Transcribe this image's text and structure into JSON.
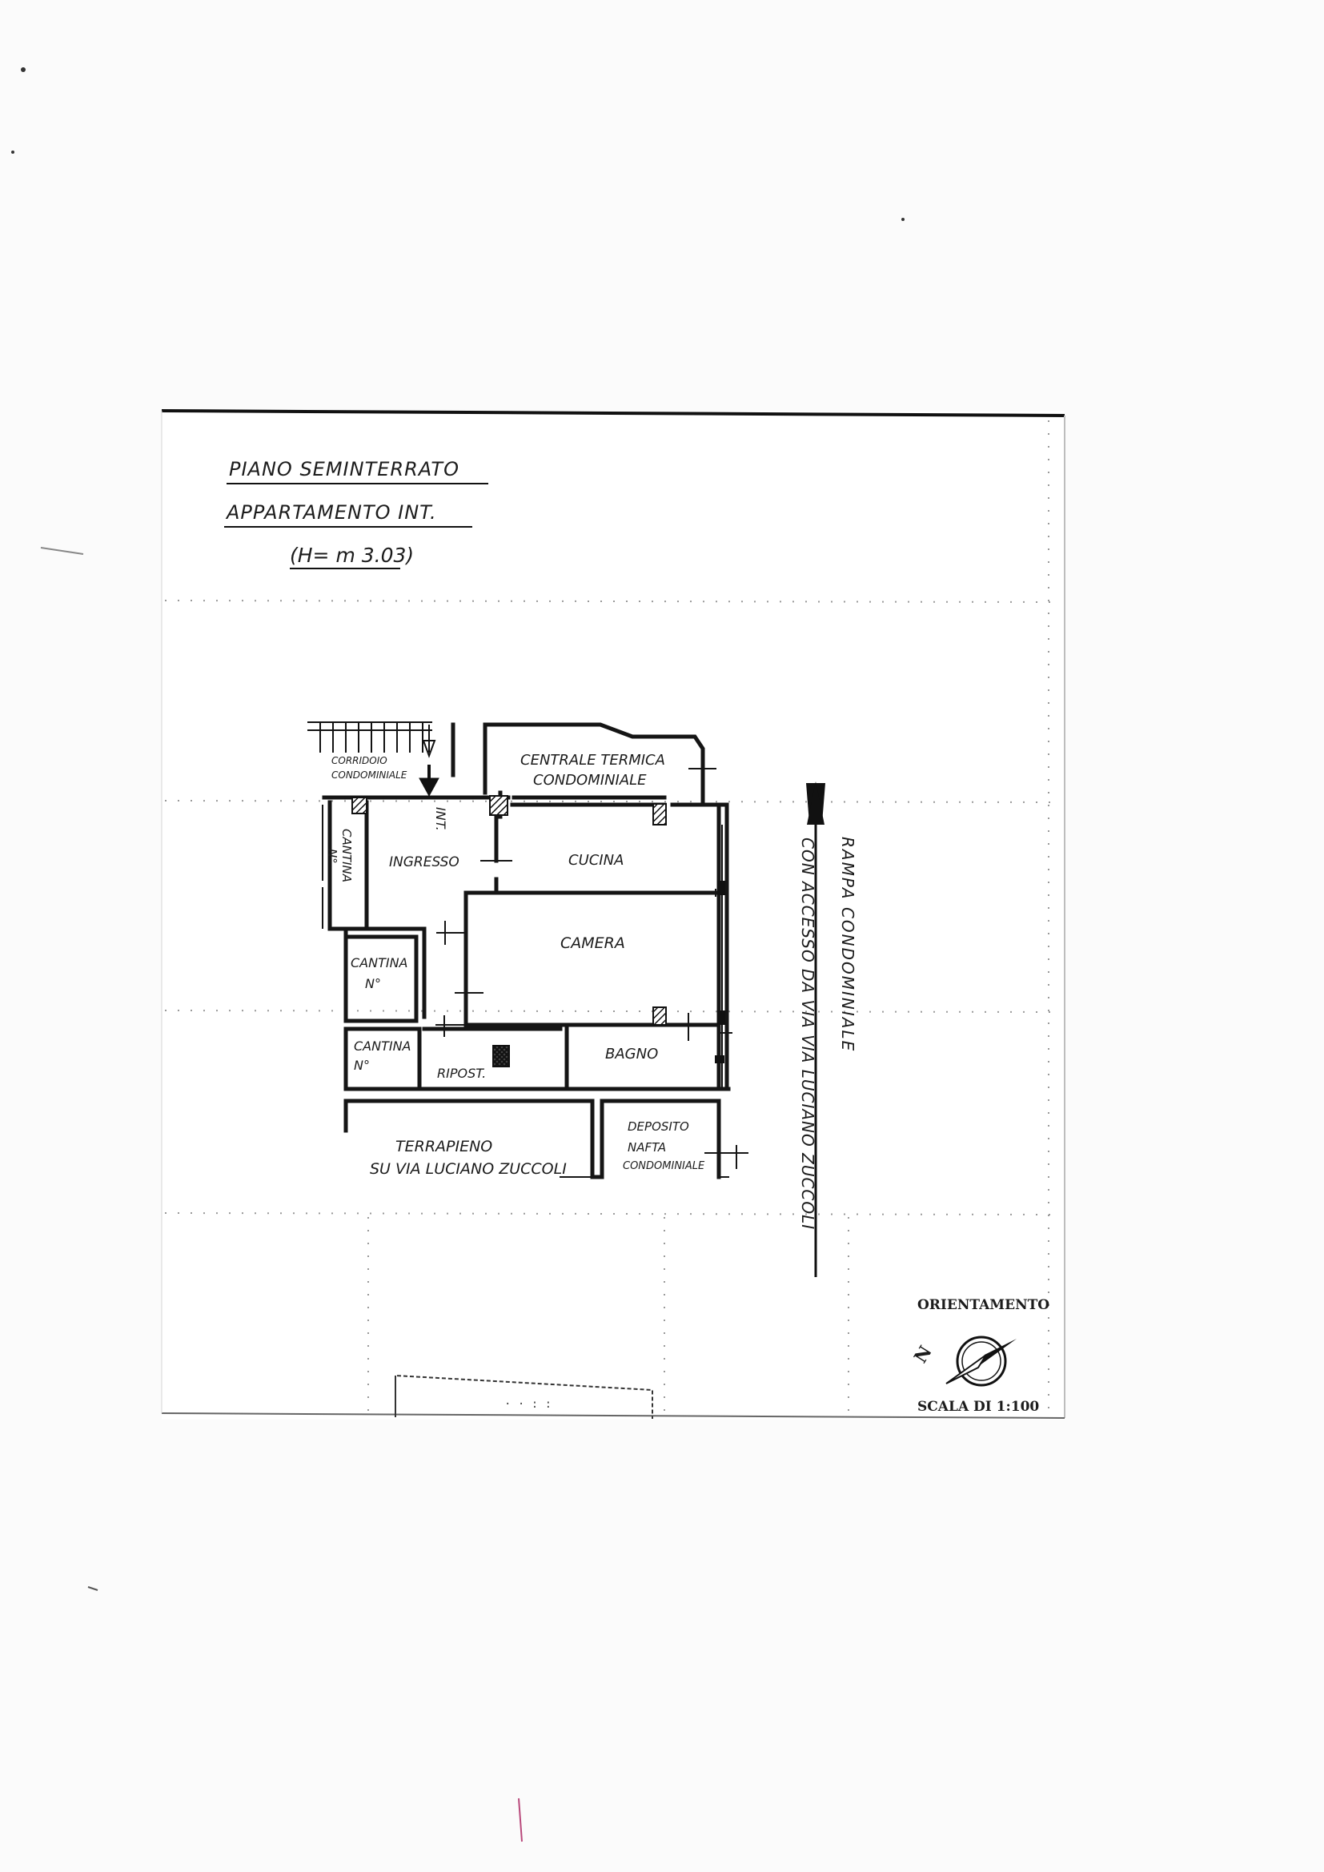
{
  "title": {
    "line1": "PIANO SEMINTERRATO",
    "line2": "APPARTAMENTO INT.",
    "line3": "(H= m 3.03)"
  },
  "rooms": {
    "corridoio_line1": "CORRIDOIO",
    "corridoio_line2": "CONDOMINIALE",
    "centrale_line1": "CENTRALE TERMICA",
    "centrale_line2": "CONDOMINIALE",
    "int": "INT.",
    "cantina_line1": "CANTINA",
    "cantina_line2": "N°",
    "ingresso": "INGRESSO",
    "cucina": "CUCINA",
    "camera": "CAMERA",
    "cantina2_line1": "CANTINA",
    "cantina2_line2": "N°",
    "cantina3_line1": "CANTINA",
    "cantina3_line2": "N°",
    "ripost": "RIPOST.",
    "bagno": "BAGNO",
    "terrapieno_line1": "TERRAPIENO",
    "terrapieno_line2": "SU VIA LUCIANO ZUCCOLI",
    "deposito_line1": "DEPOSITO",
    "deposito_line2": "NAFTA",
    "deposito_line3": "CONDOMINIALE"
  },
  "ramp": {
    "line1": "RAMPA CONDOMINIALE",
    "line2": "CON ACCESSO DA VIA VIA LUCIANO ZUCCOLI"
  },
  "orientation": {
    "label": "ORIENTAMENTO",
    "north": "N"
  },
  "scale": {
    "label": "SCALA DI 1:100"
  },
  "stamp": {
    "text": "·  ·  : :"
  }
}
